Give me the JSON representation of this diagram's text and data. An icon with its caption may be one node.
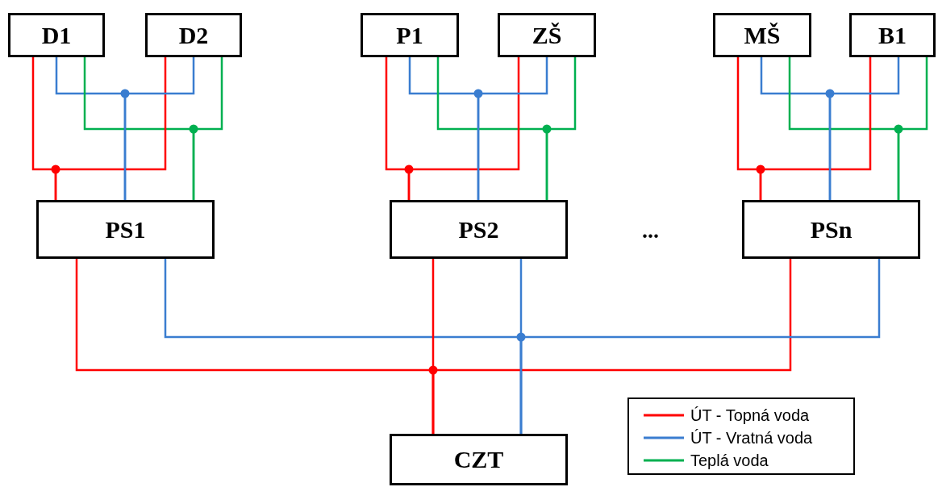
{
  "diagram": {
    "nodes": [
      {
        "text": [
          "D1"
        ]
      },
      {
        "text": [
          "D2"
        ]
      },
      {
        "text": [
          "P1"
        ]
      },
      {
        "text": [
          "ZŠ"
        ]
      },
      {
        "text": [
          "MŠ"
        ]
      },
      {
        "text": [
          "B1"
        ]
      },
      {
        "text": [
          "PS1"
        ]
      },
      {
        "text": [
          "PS2"
        ]
      },
      {
        "text": [
          "PSn"
        ]
      },
      {
        "text": [
          "CZT"
        ]
      }
    ],
    "edges": [
      {
        "from": 0,
        "to": 6,
        "arrow": "none",
        "color": "#ff0000"
      },
      {
        "from": 0,
        "to": 6,
        "arrow": "none",
        "color": "#3a7dd0"
      },
      {
        "from": 0,
        "to": 6,
        "arrow": "none",
        "color": "#00b050"
      },
      {
        "from": 1,
        "to": 6,
        "arrow": "none",
        "color": "#ff0000"
      },
      {
        "from": 1,
        "to": 6,
        "arrow": "none",
        "color": "#3a7dd0"
      },
      {
        "from": 1,
        "to": 6,
        "arrow": "none",
        "color": "#00b050"
      },
      {
        "from": 2,
        "to": 7,
        "arrow": "none",
        "color": "#ff0000"
      },
      {
        "from": 2,
        "to": 7,
        "arrow": "none",
        "color": "#3a7dd0"
      },
      {
        "from": 2,
        "to": 7,
        "arrow": "none",
        "color": "#00b050"
      },
      {
        "from": 3,
        "to": 7,
        "arrow": "none",
        "color": "#ff0000"
      },
      {
        "from": 3,
        "to": 7,
        "arrow": "none",
        "color": "#3a7dd0"
      },
      {
        "from": 3,
        "to": 7,
        "arrow": "none",
        "color": "#00b050"
      },
      {
        "from": 4,
        "to": 8,
        "arrow": "none",
        "color": "#ff0000"
      },
      {
        "from": 4,
        "to": 8,
        "arrow": "none",
        "color": "#3a7dd0"
      },
      {
        "from": 4,
        "to": 8,
        "arrow": "none",
        "color": "#00b050"
      },
      {
        "from": 5,
        "to": 8,
        "arrow": "none",
        "color": "#ff0000"
      },
      {
        "from": 5,
        "to": 8,
        "arrow": "none",
        "color": "#3a7dd0"
      },
      {
        "from": 5,
        "to": 8,
        "arrow": "none",
        "color": "#00b050"
      },
      {
        "from": 6,
        "to": 9,
        "arrow": "none",
        "color": "#ff0000"
      },
      {
        "from": 6,
        "to": 9,
        "arrow": "none",
        "color": "#3a7dd0"
      },
      {
        "from": 7,
        "to": 9,
        "arrow": "none",
        "color": "#ff0000"
      },
      {
        "from": 7,
        "to": 9,
        "arrow": "none",
        "color": "#3a7dd0"
      },
      {
        "from": 8,
        "to": 9,
        "arrow": "none",
        "color": "#ff0000"
      },
      {
        "from": 8,
        "to": 9,
        "arrow": "none",
        "color": "#3a7dd0"
      }
    ],
    "labels": [
      "..."
    ],
    "legend": [
      {
        "text": "ÚT - Topná voda",
        "color": "#ff0000"
      },
      {
        "text": "ÚT - Vratná voda",
        "color": "#3a7dd0"
      },
      {
        "text": "Teplá voda",
        "color": "#00b050"
      }
    ]
  }
}
